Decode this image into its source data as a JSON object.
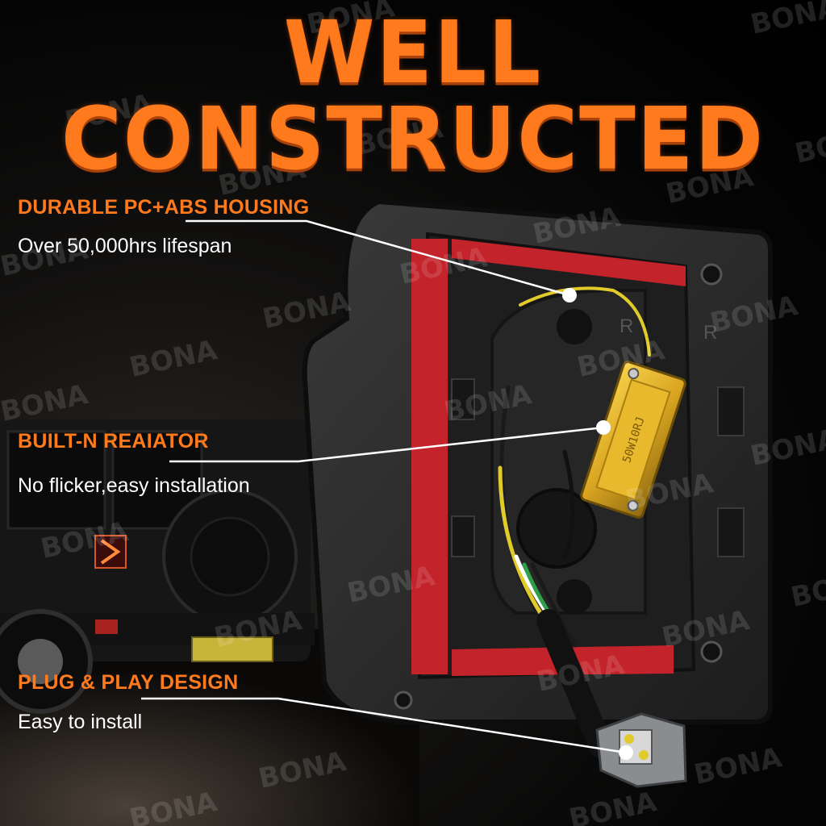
{
  "headline": "WELL CONSTRUCTED",
  "watermark_text": "BONA",
  "colors": {
    "accent": "#ff7a1c",
    "background": "#000000",
    "housing": "#2b2b2b",
    "reflector": "#c3232a",
    "resistor": "#d9a521",
    "text": "#ffffff"
  },
  "features": [
    {
      "title": "DURABLE PC+ABS HOUSING",
      "description": "Over 50,000hrs lifespan"
    },
    {
      "title": "BUILT-N REAIATOR",
      "description": "No flicker,easy installation"
    },
    {
      "title": "PLUG & PLAY DESIGN",
      "description": "Easy to install"
    }
  ],
  "resistor_label": "50W10RJ",
  "housing_marks": [
    "R",
    "R"
  ]
}
